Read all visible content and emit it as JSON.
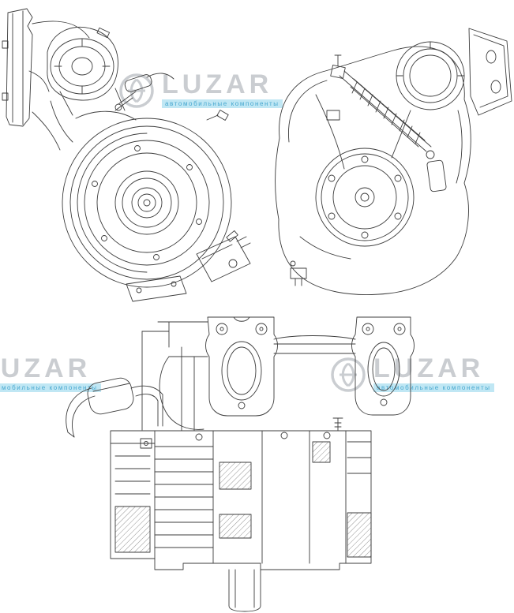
{
  "page": {
    "background_color": "#ffffff",
    "content": "technical line drawing of a turbocharger in three orthographic views"
  },
  "watermark": {
    "brand": "LUZAR",
    "tagline": "автомобильные компоненты",
    "brand_color": "#c3c7cb",
    "tagline_text_color": "#2e9cc9",
    "tagline_bg_color": "#b8e4f3",
    "logo_icon": "luzar-swirl-circle",
    "instances_visible": 3
  },
  "drawing": {
    "line_color": "#3c3c3c",
    "views": [
      "front-view",
      "side-view",
      "bottom-assembly-view"
    ]
  }
}
